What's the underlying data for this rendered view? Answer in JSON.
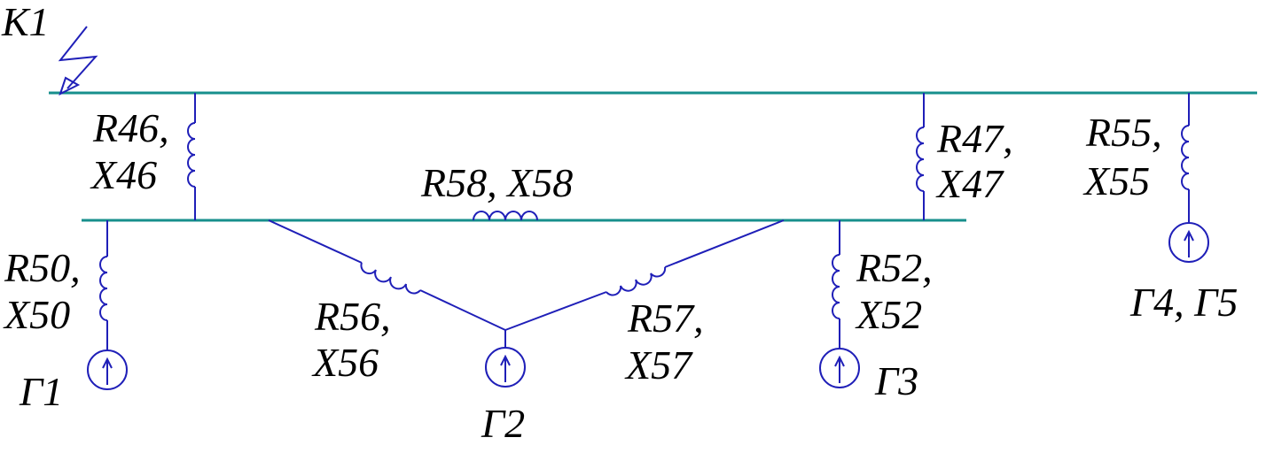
{
  "colors": {
    "bus": "#178f8c",
    "element": "#1f1fb8",
    "text": "#000000"
  },
  "fault": {
    "label": "К1",
    "icon": "lightning-arrow-icon"
  },
  "branches": {
    "r46": {
      "line1": "R46,",
      "line2": "X46"
    },
    "r47": {
      "line1": "R47,",
      "line2": "X47"
    },
    "r55": {
      "line1": "R55,",
      "line2": "X55"
    },
    "r58": {
      "line1": "R58, X58"
    },
    "r50": {
      "line1": "R50,",
      "line2": "X50"
    },
    "r56": {
      "line1": "R56,",
      "line2": "X56"
    },
    "r57": {
      "line1": "R57,",
      "line2": "X57"
    },
    "r52": {
      "line1": "R52,",
      "line2": "X52"
    }
  },
  "generators": {
    "g1": "Г1",
    "g2": "Г2",
    "g3": "Г3",
    "g45": "Г4, Г5"
  }
}
